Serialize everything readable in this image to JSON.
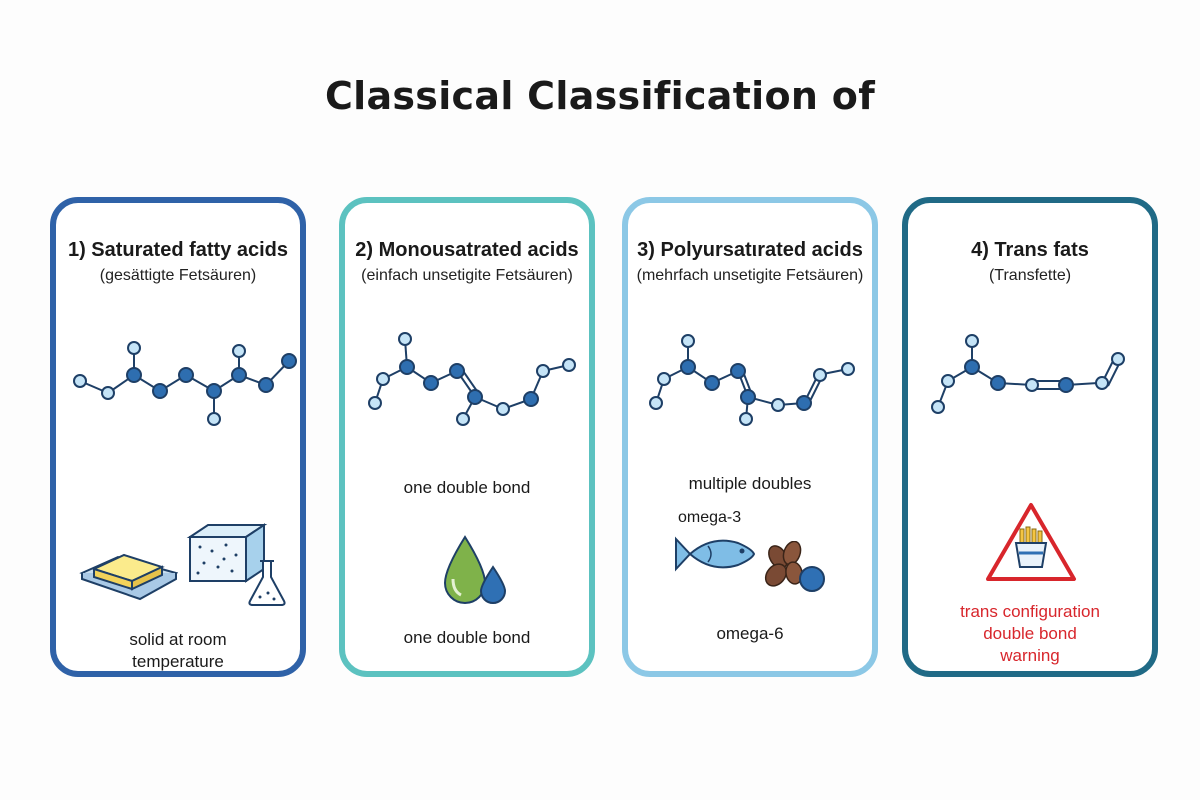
{
  "title": "Classical Classification of",
  "colors": {
    "card1_border": "#2f62a8",
    "card2_border": "#5cc2c0",
    "card3_border": "#8cc8e6",
    "card4_border": "#206a86",
    "warning_red": "#d8262c"
  },
  "cards": [
    {
      "title": "1) Saturated fatty acids",
      "subtitle": "(gesättigte Fetsäuren)",
      "caption_line1": "solid at room",
      "caption_line2": "temperature",
      "icons": [
        "butter-icon",
        "fat-block-icon",
        "flask-icon"
      ]
    },
    {
      "title": "2) Monousatrated acids",
      "subtitle": "(einfach unsetigite Fetsäuren)",
      "mid_label": "one double bond",
      "caption": "one double bond",
      "icons": [
        "oil-drop-icon"
      ]
    },
    {
      "title": "3) Polyursatιrated acids",
      "subtitle": "(mehrfach unsetigite Fetsäuren)",
      "mid_label": "multiple doubles",
      "omega3_label": "omega-3",
      "omega6_label": "omega-6",
      "icons": [
        "fish-icon",
        "nuts-icon"
      ]
    },
    {
      "title": "4) Trans fats",
      "subtitle": "(Transfette)",
      "warning_line1": "trans configuration",
      "warning_line2": "double bond",
      "warning_line3": "warning",
      "icons": [
        "warning-triangle-icon",
        "fries-icon"
      ]
    }
  ]
}
